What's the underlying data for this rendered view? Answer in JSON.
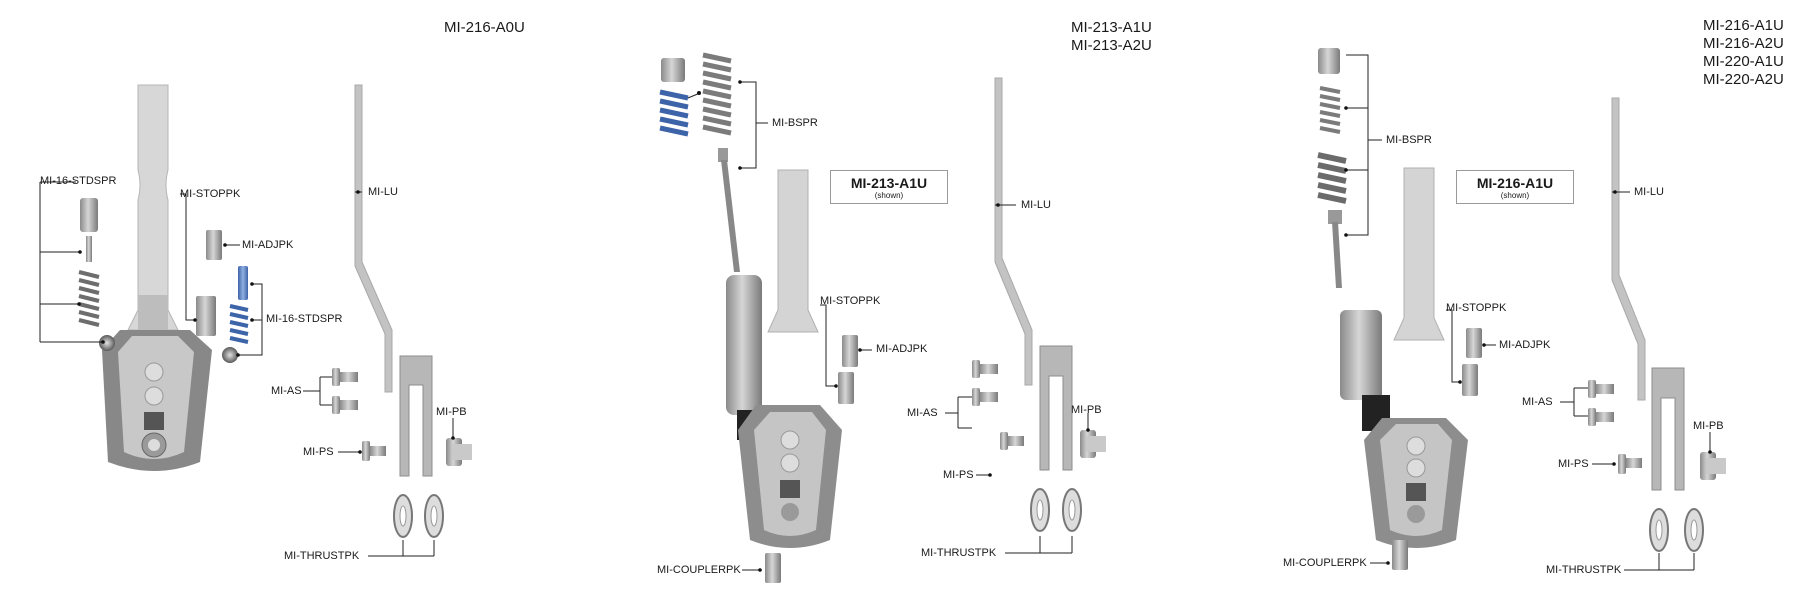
{
  "panels": [
    {
      "models": [
        "MI-216-A0U"
      ],
      "labels": {
        "stdspr_a": "MI-16-STDSPR",
        "stoppk": "MI-STOPPK",
        "adjpk": "MI-ADJPK",
        "stdspr_b": "MI-16-STDSPR",
        "lu": "MI-LU",
        "as": "MI-AS",
        "pb": "MI-PB",
        "ps": "MI-PS",
        "thrust": "MI-THRUSTPK"
      }
    },
    {
      "models": [
        "MI-213-A1U",
        "MI-213-A2U"
      ],
      "shown": {
        "main": "MI-213-A1U",
        "sub": "(shown)"
      },
      "labels": {
        "bspr": "MI-BSPR",
        "lu": "MI-LU",
        "stoppk": "MI-STOPPK",
        "adjpk": "MI-ADJPK",
        "as": "MI-AS",
        "pb": "MI-PB",
        "ps": "MI-PS",
        "thrust": "MI-THRUSTPK",
        "coupler": "MI-COUPLERPK"
      }
    },
    {
      "models": [
        "MI-216-A1U",
        "MI-216-A2U",
        "MI-220-A1U",
        "MI-220-A2U"
      ],
      "shown": {
        "main": "MI-216-A1U",
        "sub": "(shown)"
      },
      "labels": {
        "bspr": "MI-BSPR",
        "lu": "MI-LU",
        "stoppk": "MI-STOPPK",
        "adjpk": "MI-ADJPK",
        "as": "MI-AS",
        "pb": "MI-PB",
        "ps": "MI-PS",
        "thrust": "MI-THRUSTPK",
        "coupler": "MI-COUPLERPK"
      }
    }
  ]
}
